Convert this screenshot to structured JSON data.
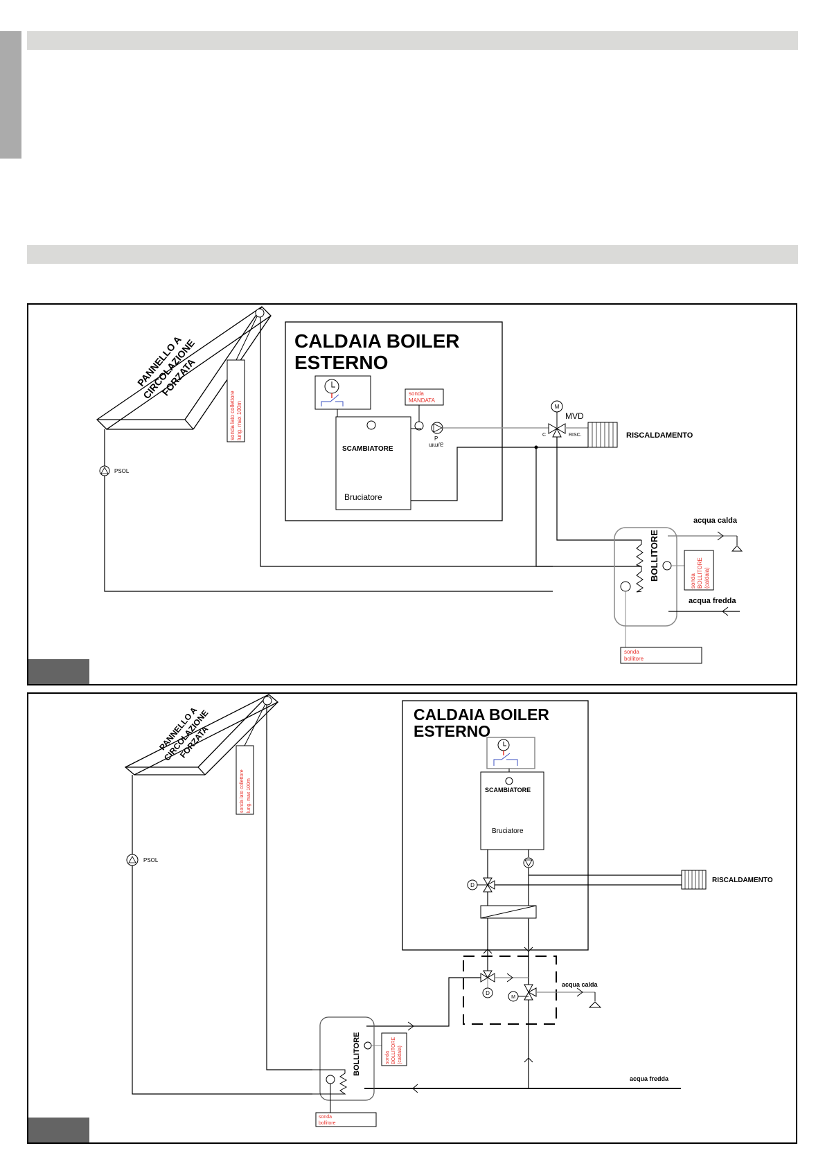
{
  "page": {
    "section_bars": [
      "",
      ""
    ],
    "figure_tags": [
      "",
      ""
    ]
  },
  "diagram1": {
    "panel_label_lines": [
      "PANNELLO A",
      "CIRCOLAZIONE",
      "FORZATA"
    ],
    "collector_probe_lines": [
      "sonda lato collettore",
      "lung. max 100m"
    ],
    "solar_pump": "PSOL",
    "boiler_title_lines": [
      "CALDAIA  BOILER",
      "ESTERNO"
    ],
    "flow_probe_lines": [
      "sonda",
      "MANDATA"
    ],
    "exchanger": "SCAMBIATORE",
    "burner": "Bruciatore",
    "pump_label": "P",
    "pump_symbol": "ɯɯ/ᘓ",
    "valve_motor": "M",
    "valve_label": "MVD",
    "valve_port_c": "C",
    "valve_port_risc": "RISC.",
    "heating": "RISCALDAMENTO",
    "hot_water": "acqua calda",
    "cold_water": "acqua fredda",
    "tank": "BOLLITORE",
    "tank_boiler_probe_lines": [
      "sonda",
      "BOLLITORE",
      "(caldaia)"
    ],
    "tank_probe_lines": [
      "sonda",
      "bollitore"
    ]
  },
  "diagram2": {
    "panel_label_lines": [
      "PANNELLO A",
      "CIRCOLAZIONE",
      "FORZATA"
    ],
    "collector_probe_lines": [
      "sonda lato collettore",
      "lung. max 100m"
    ],
    "solar_pump": "PSOL",
    "boiler_title_lines": [
      "CALDAIA  BOILER",
      "ESTERNO"
    ],
    "exchanger": "SCAMBIATORE",
    "burner": "Bruciatore",
    "diverter_label": "D",
    "mixer_label": "M",
    "heating": "RISCALDAMENTO",
    "hot_water": "acqua calda",
    "cold_water": "acqua fredda",
    "tank": "BOLLITORE",
    "tank_boiler_probe_lines": [
      "sonda",
      "BOLLITORE",
      "(caldaia)"
    ],
    "tank_probe_lines": [
      "sonda",
      "bollitore"
    ]
  },
  "colors": {
    "probe_text": "#e8322c",
    "switch_blue": "#3a4fc0",
    "switch_red": "#e8322c",
    "pipe_grey": "#8a8a8a",
    "header_bar": "#dadad8",
    "side_tab": "#ababab",
    "figure_tag": "#646464"
  }
}
